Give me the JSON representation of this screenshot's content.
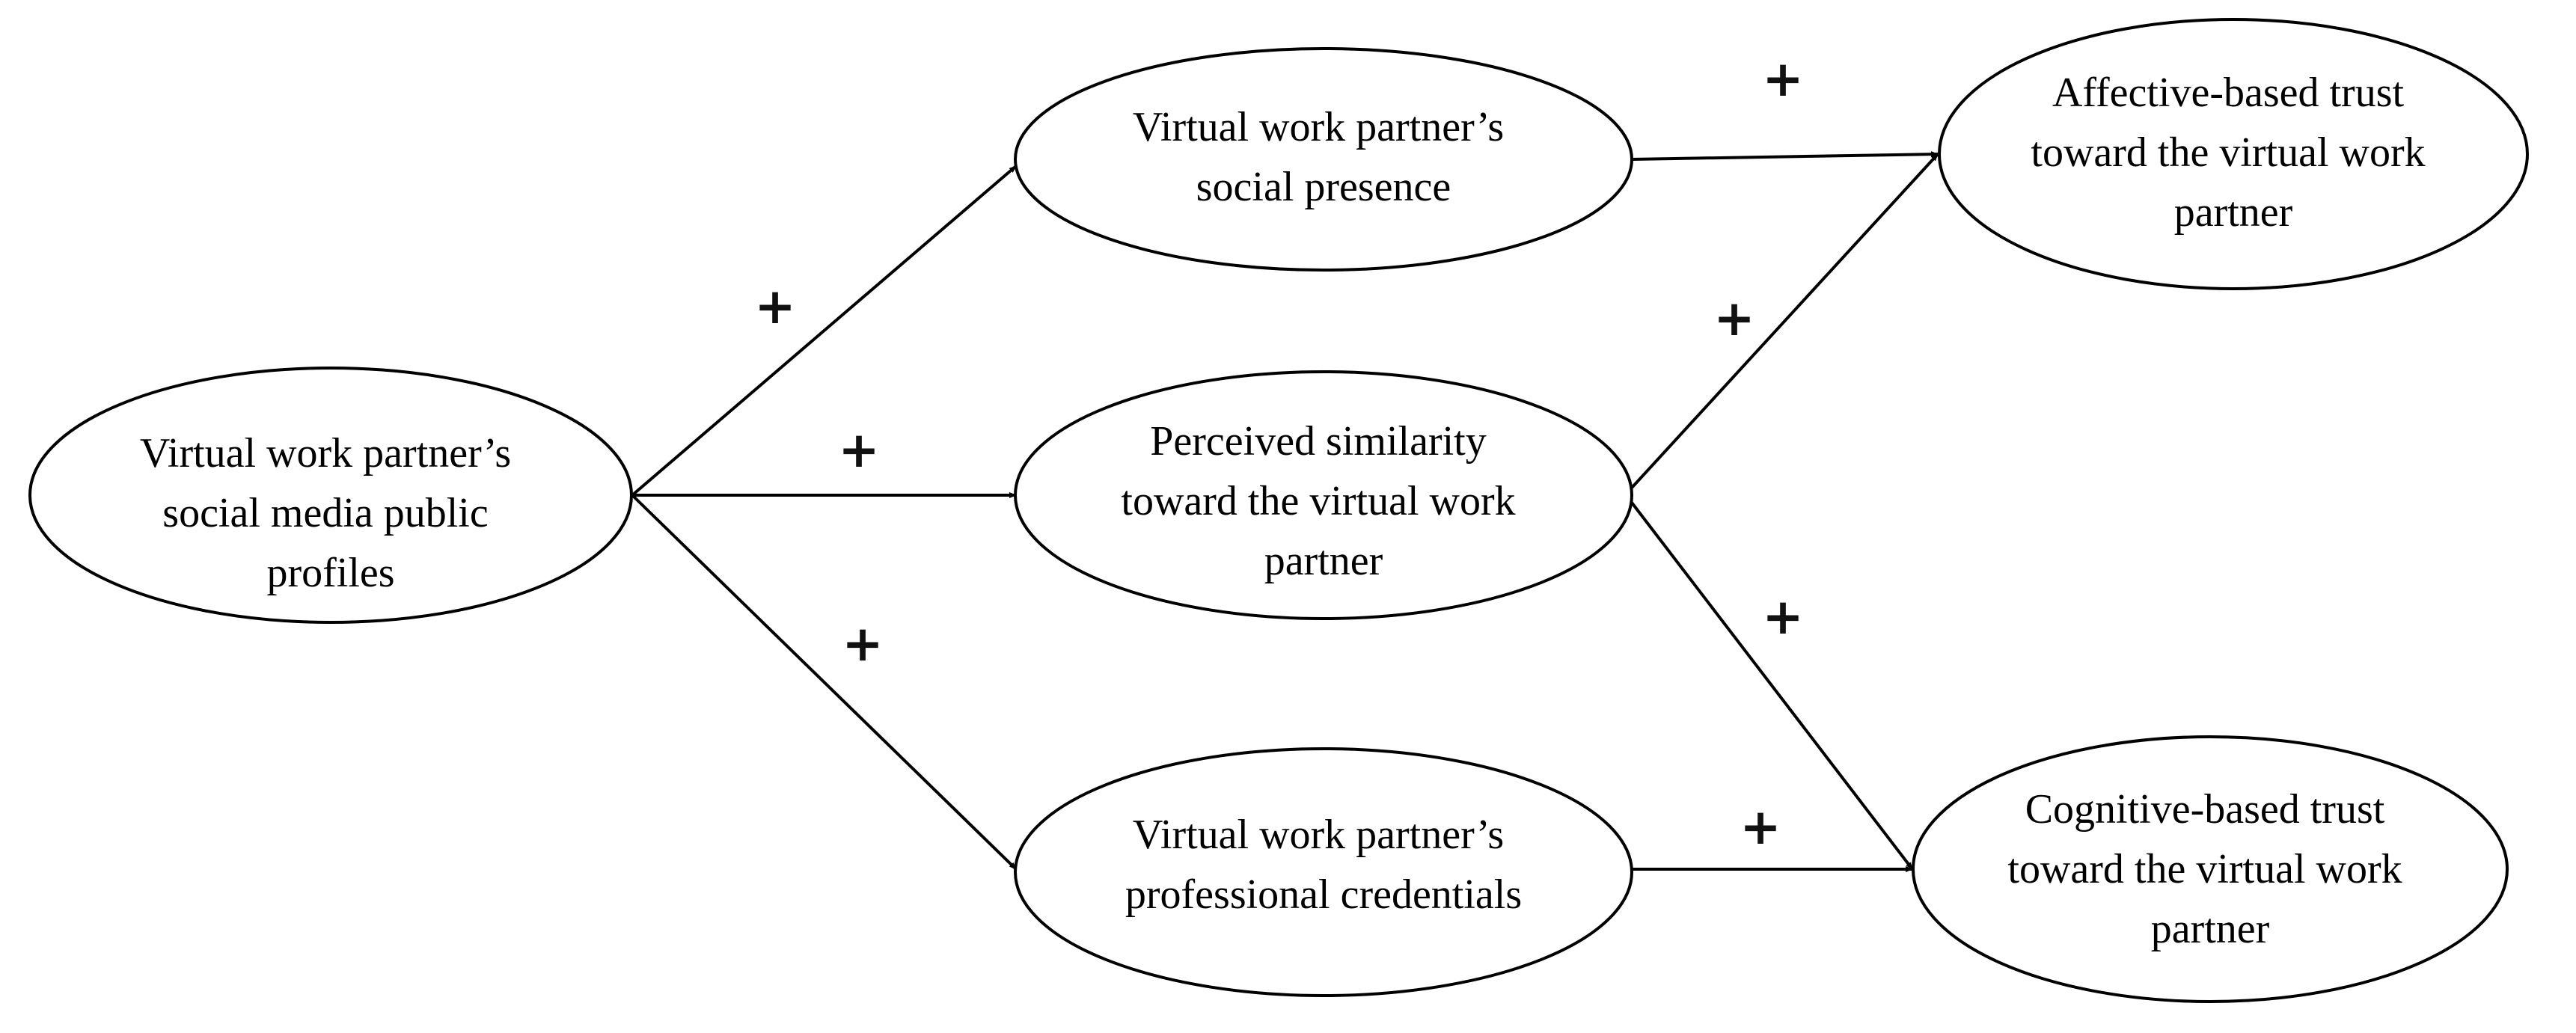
{
  "diagram": {
    "nodes": {
      "profiles": {
        "lines": [
          "Virtual work partner’s",
          "social media public",
          "profiles"
        ]
      },
      "presence": {
        "lines": [
          "Virtual work partner’s",
          "social presence"
        ]
      },
      "similarity": {
        "lines": [
          "Perceived similarity",
          "toward the virtual work",
          "partner"
        ]
      },
      "credentials": {
        "lines": [
          "Virtual work partner’s",
          "professional credentials"
        ]
      },
      "affective": {
        "lines": [
          "Affective-based trust",
          "toward the virtual work",
          "partner"
        ]
      },
      "cognitive": {
        "lines": [
          "Cognitive-based trust",
          "toward the virtual work",
          "partner"
        ]
      }
    },
    "edges": [
      {
        "from": "profiles",
        "to": "presence",
        "sign": "+"
      },
      {
        "from": "profiles",
        "to": "similarity",
        "sign": "+"
      },
      {
        "from": "profiles",
        "to": "credentials",
        "sign": "+"
      },
      {
        "from": "presence",
        "to": "affective",
        "sign": "+"
      },
      {
        "from": "similarity",
        "to": "affective",
        "sign": "+"
      },
      {
        "from": "similarity",
        "to": "cognitive",
        "sign": "+"
      },
      {
        "from": "credentials",
        "to": "cognitive",
        "sign": "+"
      }
    ]
  }
}
